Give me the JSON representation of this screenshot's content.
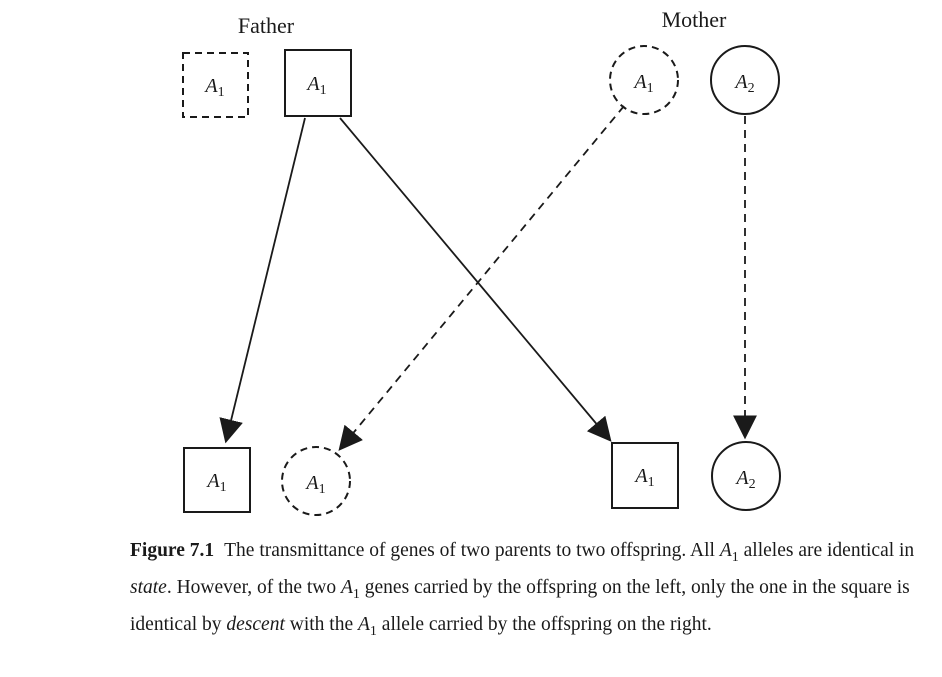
{
  "labels": {
    "father": "Father",
    "mother": "Mother"
  },
  "allele": {
    "A1": {
      "base": "A",
      "sub": "1"
    },
    "A2": {
      "base": "A",
      "sub": "2"
    }
  },
  "caption": {
    "figure_label": "Figure 7.1",
    "part1": "The transmittance of genes of two parents to two offspring. All ",
    "part2": " alleles are identical in ",
    "emph1": "state",
    "part3": ". However, of the two ",
    "part4": " genes carried by the offspring on the left, only the one in the square is identical by ",
    "emph2": "descent",
    "part5": " with the ",
    "part6": " allele carried by the offspring on the right."
  }
}
